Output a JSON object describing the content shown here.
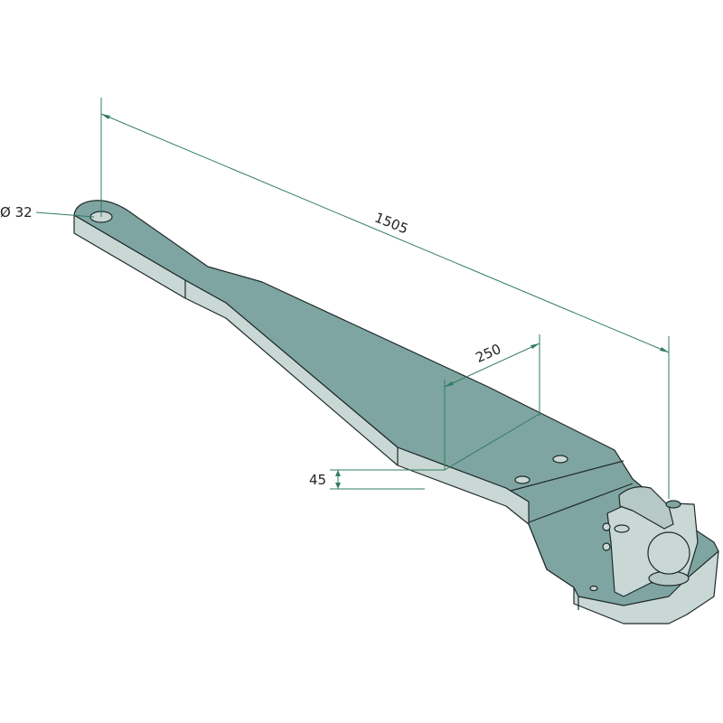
{
  "dimensions": {
    "hole_diameter": "Ø 32",
    "overall_length": "1505",
    "section_length": "250",
    "thickness": "45"
  },
  "colors": {
    "top_face": "#7fa5a2",
    "side_face": "#c9d8d5",
    "dimension_line": "#2f7d5e",
    "outline": "#1e2a2a"
  }
}
